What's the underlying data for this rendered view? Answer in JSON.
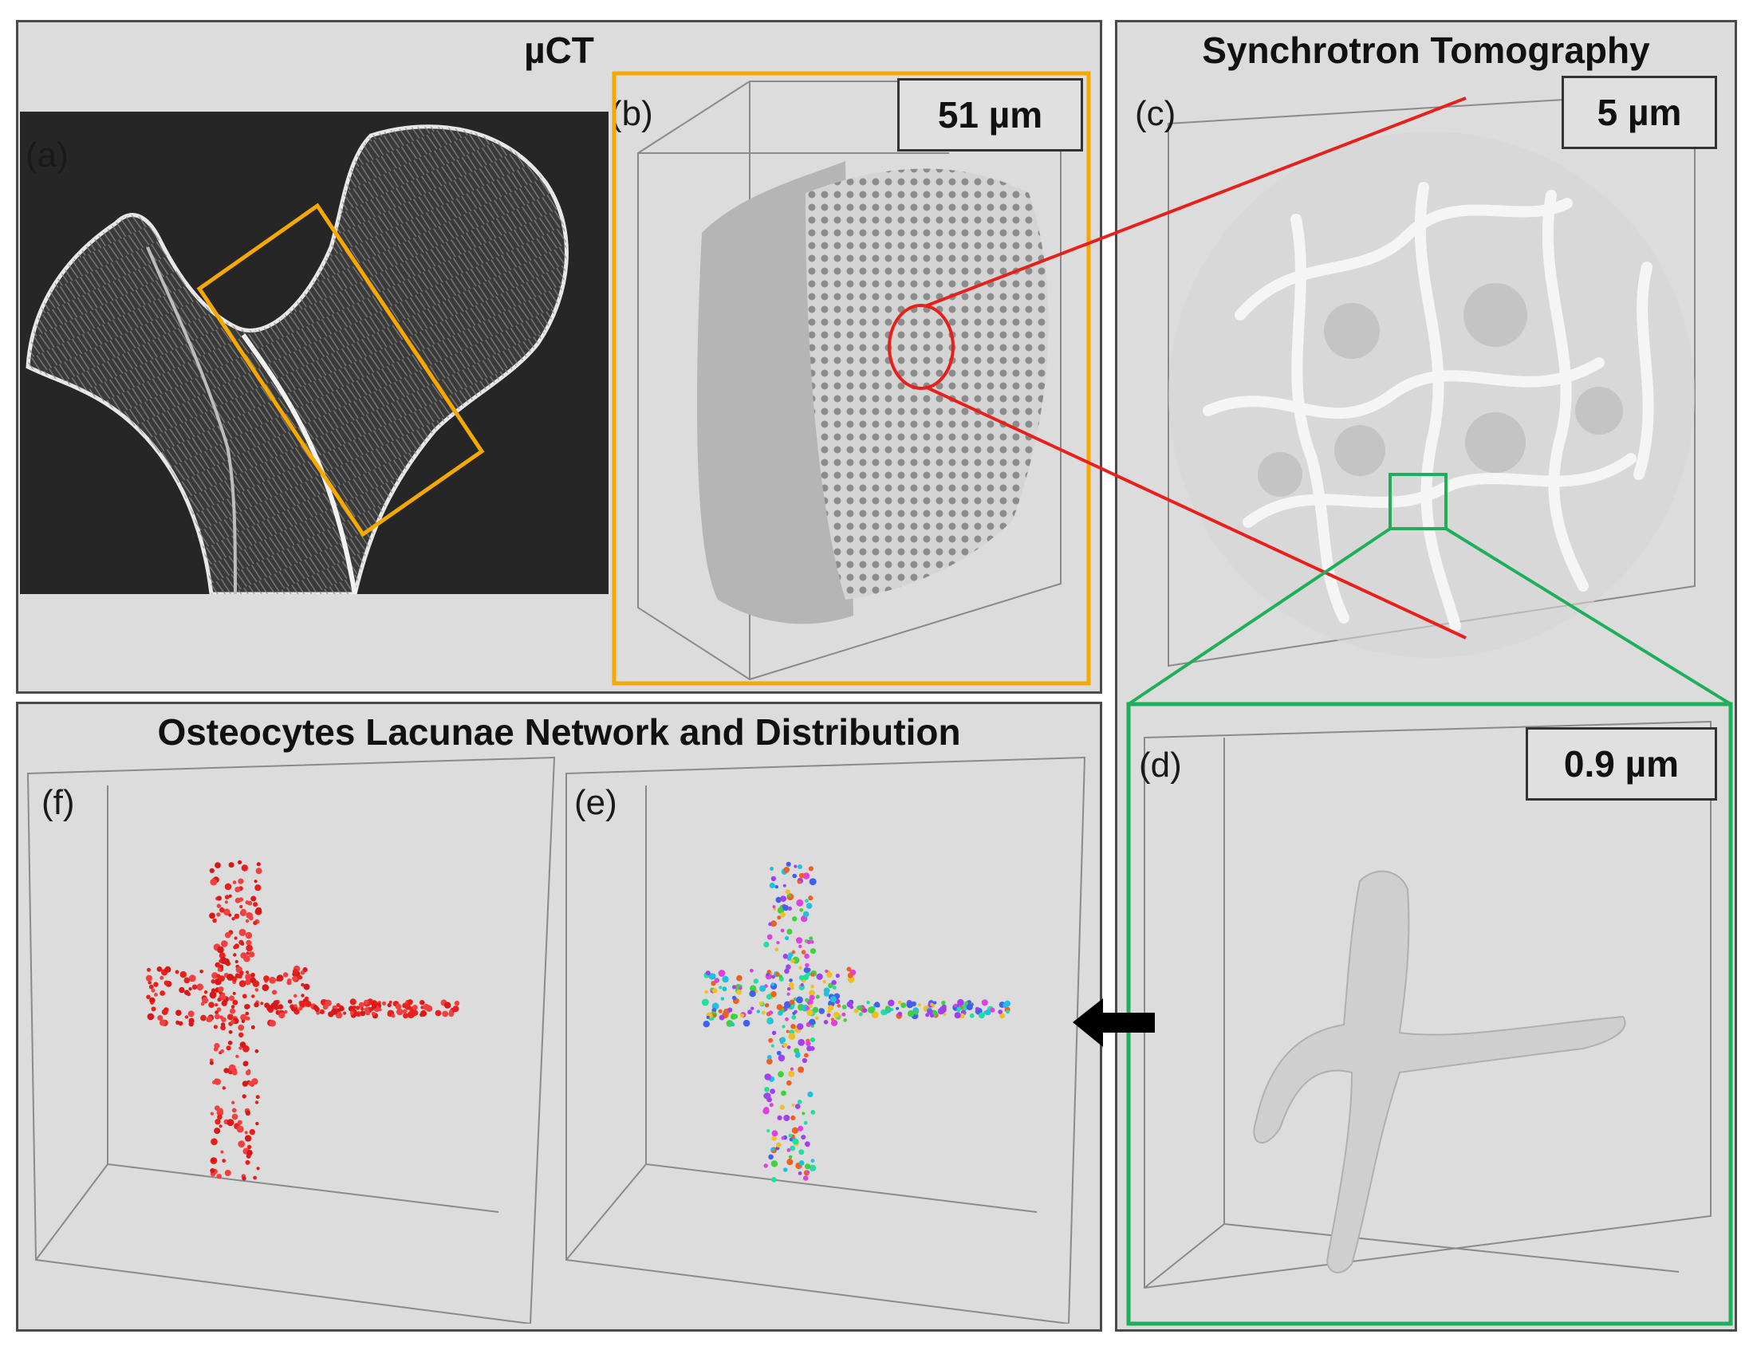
{
  "panels": {
    "muct": {
      "title": "µCT"
    },
    "synchrotron": {
      "title": "Synchrotron Tomography"
    },
    "osteocytes": {
      "title": "Osteocytes Lacunae Network and Distribution"
    }
  },
  "subfigures": {
    "a": {
      "label": "(a)"
    },
    "b": {
      "label": "(b)",
      "scale": "51 µm"
    },
    "c": {
      "label": "(c)",
      "scale": "5 µm"
    },
    "d": {
      "label": "(d)",
      "scale": "0.9 µm"
    },
    "e": {
      "label": "(e)"
    },
    "f": {
      "label": "(f)"
    }
  },
  "colors": {
    "panel_bg": "#dcdcdc",
    "panel_border": "#4a4a4a",
    "highlight_orange": "#f5a800",
    "highlight_red": "#e8201c",
    "highlight_green": "#1fae5a",
    "bone_gray": "#c8c8c8"
  },
  "icons": {
    "transition_arrow": "left-arrow-icon"
  }
}
